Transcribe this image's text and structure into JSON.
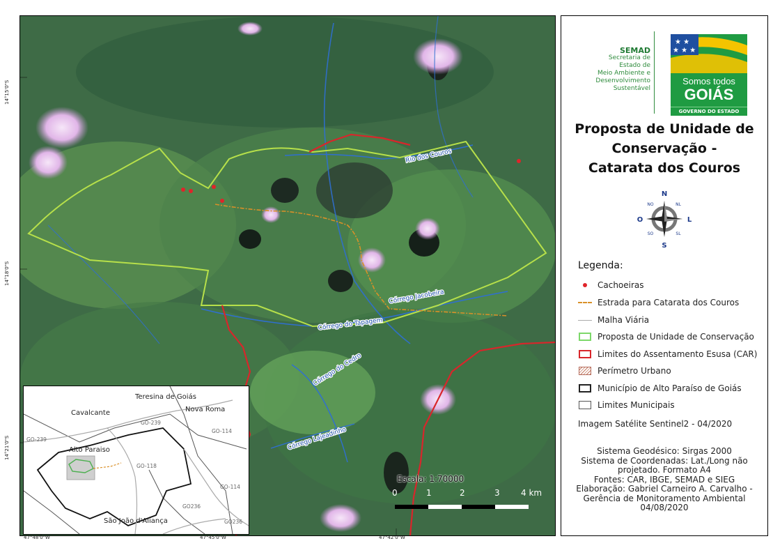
{
  "map": {
    "lat_labels": [
      "14°15'0\"S",
      "14°18'0\"S",
      "14°21'0\"S"
    ],
    "lon_labels": [
      "47°48'0\"W",
      "47°45'0\"W",
      "47°42'0\"W"
    ],
    "feature_labels": {
      "rio_couros": "Rio dos Couros",
      "corrego_jacobeira": "Córrego Jacobeira",
      "corrego_tapagem": "Córrego do Tapagem",
      "corrego_cedro": "Córrego do Cedro",
      "corrego_lajeadinho": "Córrego Lajeadinho"
    },
    "scale": {
      "label": "Escala: 1:70000",
      "ticks": [
        "0",
        "1",
        "2",
        "3",
        "4 km"
      ]
    }
  },
  "inset": {
    "places": {
      "teresina": "Teresina de Goiás",
      "cavalcante": "Cavalcante",
      "nova_roma": "Nova Roma",
      "alto_paraiso": "Alto Paraiso",
      "sao_joao": "São João d'Aliança"
    },
    "roads": {
      "go239_a": "GO-239",
      "go239_b": "GO-239",
      "go118": "GO-118",
      "go114_a": "GO-114",
      "go114_b": "GO-114",
      "go236_a": "GO236",
      "go236_b": "GO236"
    }
  },
  "panel": {
    "agency": {
      "name": "SEMAD",
      "line1": "Secretaria de",
      "line2": "Estado de",
      "line3": "Meio Ambiente e",
      "line4": "Desenvolvimento",
      "line5": "Sustentável"
    },
    "logo": {
      "line1": "Somos todos",
      "line2": "GOIÁS",
      "line3": "GOVERNO DO ESTADO"
    },
    "title": {
      "line1": "Proposta de Unidade de",
      "line2": "Conservação -",
      "line3": "Catarata dos Couros"
    },
    "compass": {
      "n": "N",
      "s": "S",
      "e": "L",
      "w": "O",
      "ne": "NL",
      "nw": "NO",
      "se": "SL",
      "sw": "SO"
    },
    "legend": {
      "title": "Legenda:",
      "items": [
        "Cachoeiras",
        "Estrada para Catarata dos Couros",
        "Malha Viária",
        "Proposta de Unidade de Conservação",
        "Limites do Assentamento Esusa (CAR)",
        "Perímetro Urbano",
        "Município de Alto Paraíso de Goiás",
        "Limites Municipais"
      ]
    },
    "imagery": "Imagem Satélite Sentinel2 - 04/2020",
    "credits": [
      "Sistema Geodésico: Sirgas 2000",
      "Sistema de Coordenadas: Lat./Long não",
      "projetado. Formato A4",
      "Fontes: CAR, IBGE, SEMAD e SIEG",
      "Elaboração: Gabriel Carneiro A. Carvalho -",
      "Gerência de Monitoramento Ambiental",
      "04/08/2020"
    ]
  },
  "colors": {
    "proposal": "#b7e04a",
    "assentamento": "#d8262b",
    "river": "#2f6fd1",
    "road": "#d99028",
    "cachoeira": "#e0242a",
    "agency_green": "#2e8b3c"
  }
}
